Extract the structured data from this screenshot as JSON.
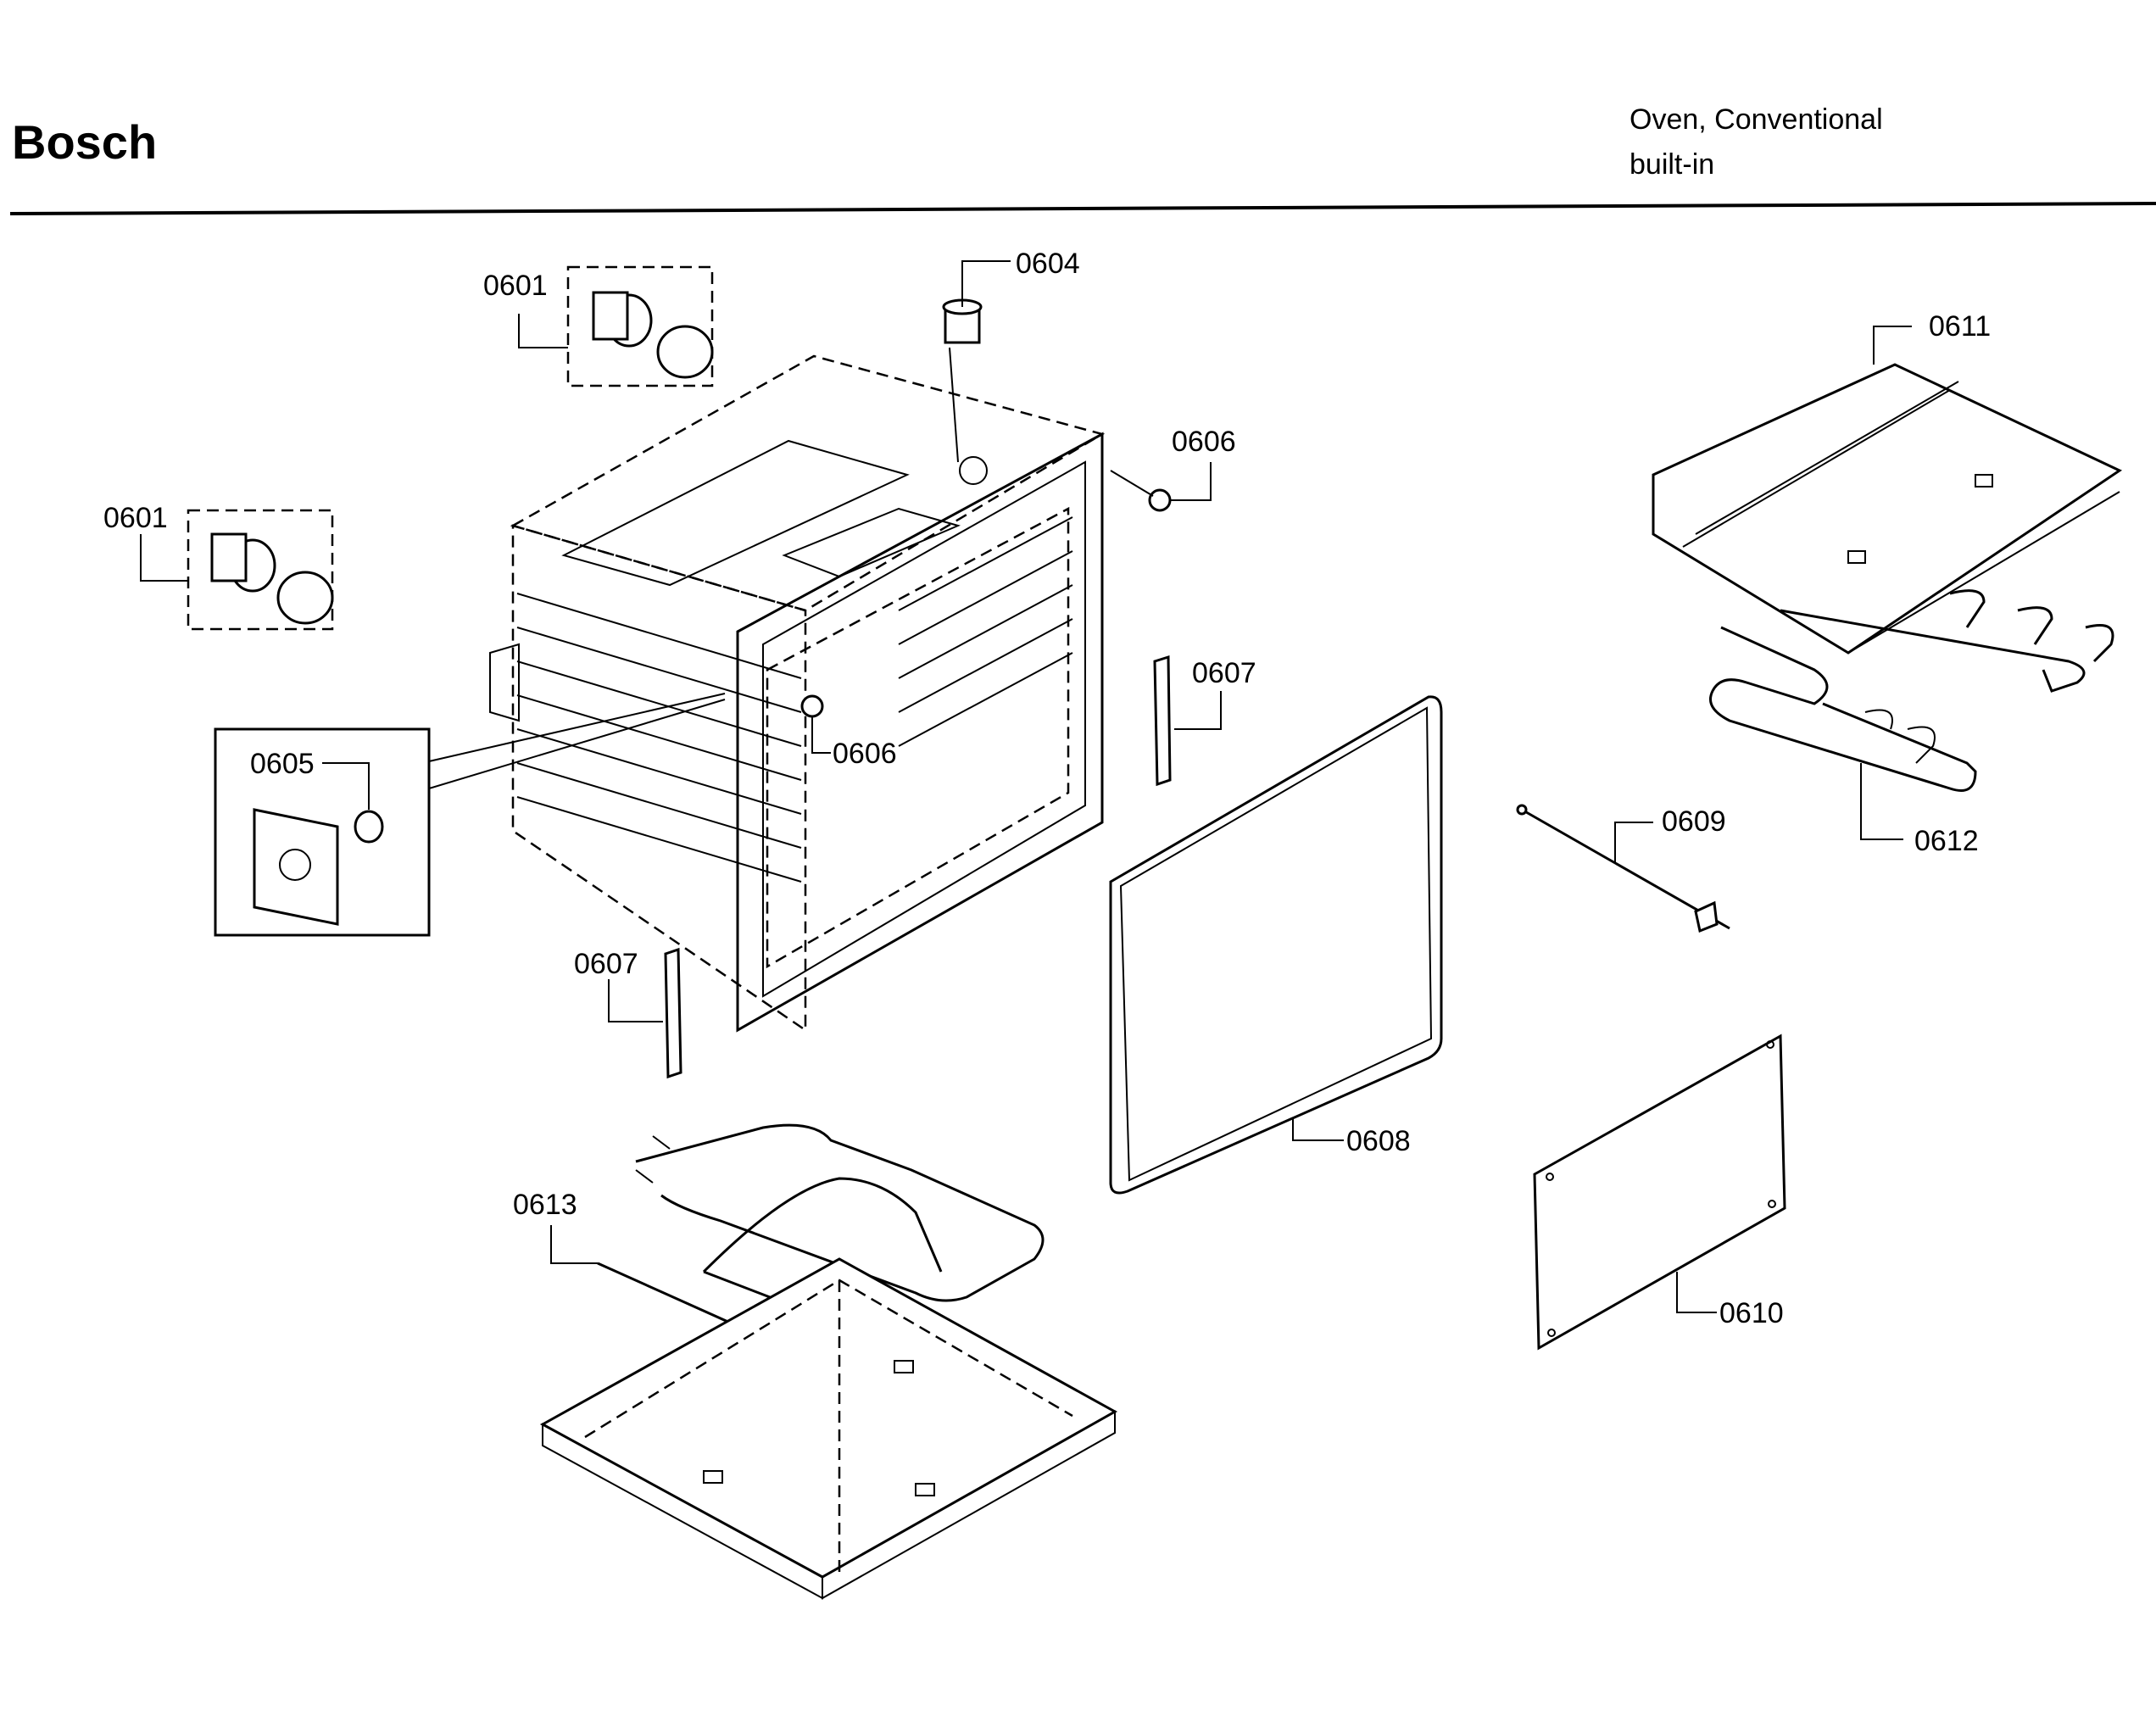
{
  "header": {
    "brand": "Bosch",
    "product_line1": "Oven, Conventional",
    "product_line2": "built-in"
  },
  "callouts": [
    {
      "id": "lamp-assembly-top",
      "label": "0601"
    },
    {
      "id": "lamp-assembly-left",
      "label": "0601"
    },
    {
      "id": "sensor-top",
      "label": "0604"
    },
    {
      "id": "plug-right",
      "label": "0606"
    },
    {
      "id": "plug-inner",
      "label": "0606"
    },
    {
      "id": "bracket-right",
      "label": "0607"
    },
    {
      "id": "bracket-left",
      "label": "0607"
    },
    {
      "id": "cover-plate",
      "label": "0605"
    },
    {
      "id": "gasket",
      "label": "0608"
    },
    {
      "id": "temp-probe",
      "label": "0609"
    },
    {
      "id": "panel",
      "label": "0610"
    },
    {
      "id": "top-shield",
      "label": "0611"
    },
    {
      "id": "broil-element",
      "label": "0612"
    },
    {
      "id": "bake-element",
      "label": "0613"
    }
  ]
}
